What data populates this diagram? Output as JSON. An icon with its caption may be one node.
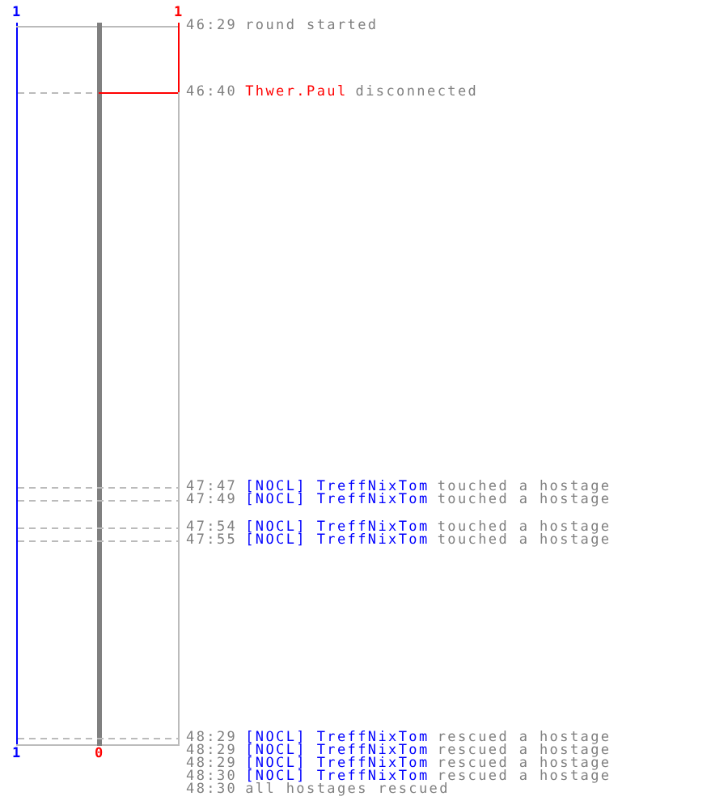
{
  "diagram": {
    "labels": [
      "1",
      "1",
      "46:29",
      "round started",
      "46:40",
      "Thwer.Paul",
      "disconnected",
      "47:47",
      "[NOCL] TreffNixTom",
      "touched a hostage",
      "47:49",
      "[NOCL] TreffNixTom",
      "touched a hostage",
      "47:54",
      "[NOCL] TreffNixTom",
      "touched a hostage",
      "47:55",
      "[NOCL] TreffNixTom",
      "touched a hostage",
      "48:29",
      "[NOCL] TreffNixTom",
      "rescued a hostage",
      "1",
      "0",
      "48:29",
      "[NOCL] TreffNixTom",
      "rescued a hostage",
      "48:29",
      "[NOCL] TreffNixTom",
      "rescued a hostage",
      "48:30",
      "[NOCL] TreffNixTom",
      "rescued a hostage",
      "48:30",
      "all hostages rescued"
    ]
  }
}
